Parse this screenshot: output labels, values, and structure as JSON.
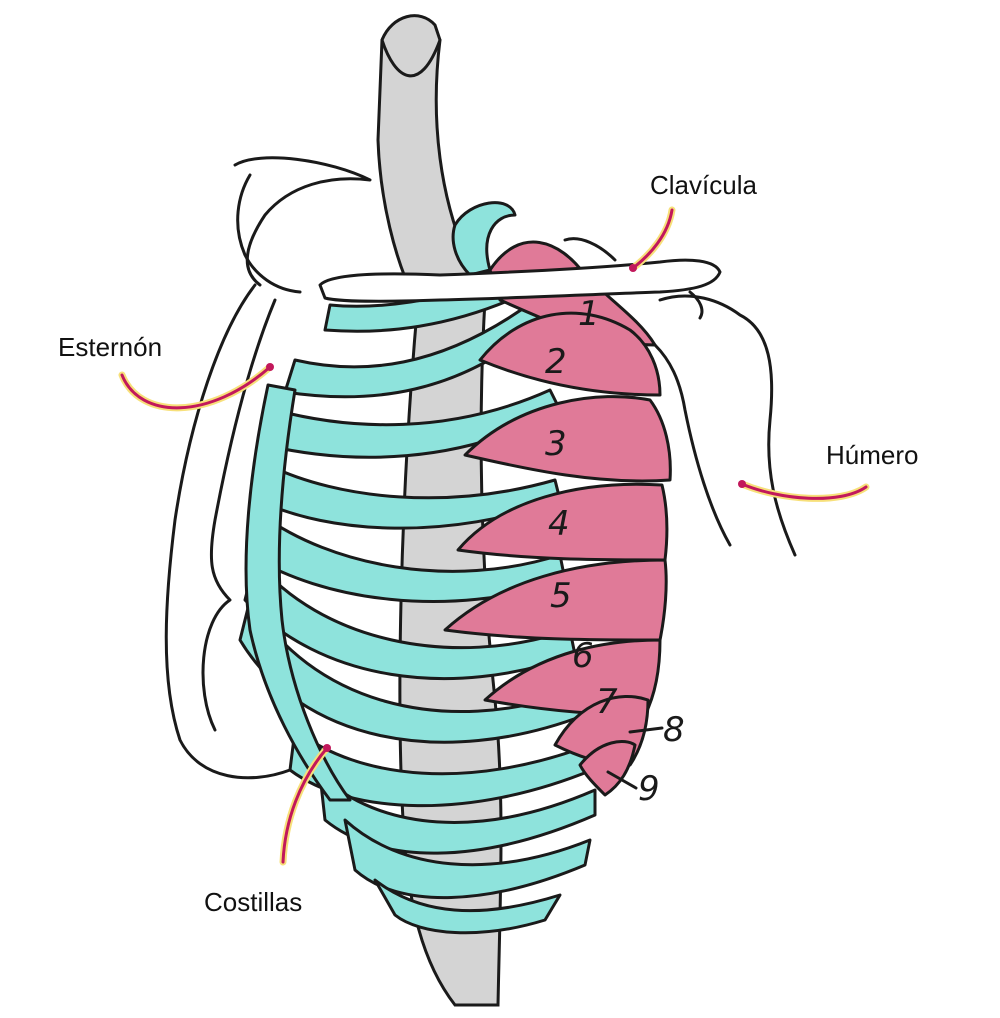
{
  "labels": {
    "clavicula": "Clavícula",
    "esternon": "Esternón",
    "humero": "Húmero",
    "costillas": "Costillas"
  },
  "serratus_numbers": [
    "1",
    "2",
    "3",
    "4",
    "5",
    "6",
    "7",
    "8",
    "9"
  ],
  "colors": {
    "ribs": "#8ee3dc",
    "serratus": "#e07a98",
    "spine": "#d4d4d4",
    "leader_line": "#c2185b",
    "leader_glow": "#f7e07a",
    "outline": "#1a1a1a"
  }
}
